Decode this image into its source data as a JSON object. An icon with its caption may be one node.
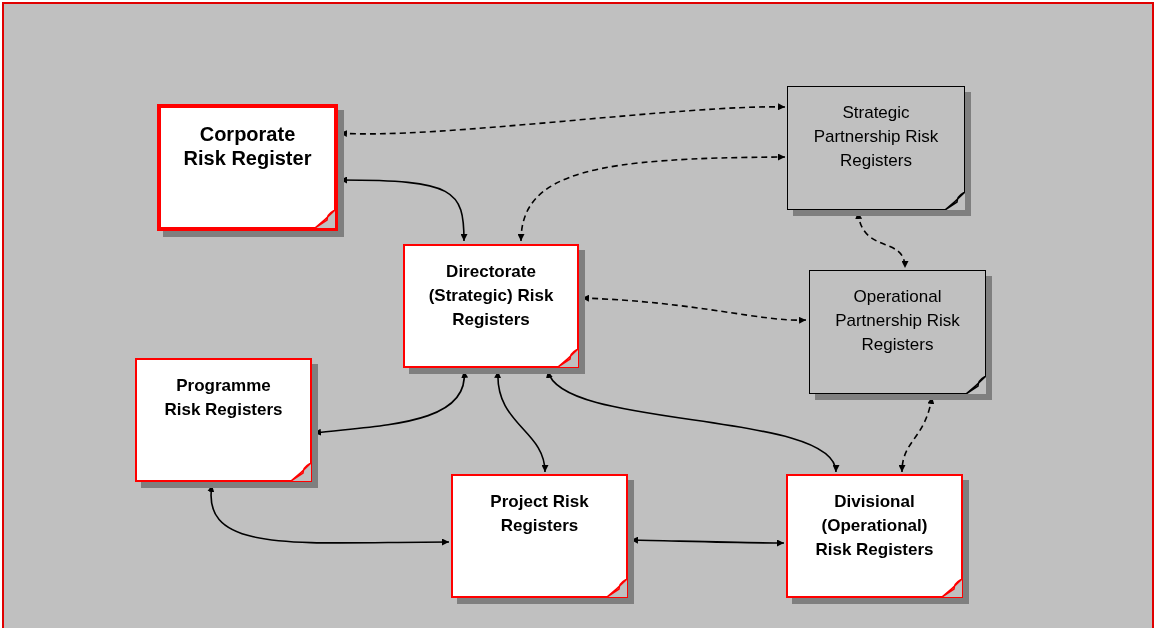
{
  "diagram": {
    "nodes": [
      {
        "text": [
          "Corporate Risk Register"
        ]
      },
      {
        "text": [
          "Strategic Partnership Risk Registers"
        ]
      },
      {
        "text": [
          "Directorate (Strategic) Risk Registers"
        ]
      },
      {
        "text": [
          "Operational Partnership Risk Registers"
        ]
      },
      {
        "text": [
          "Programme Risk Registers"
        ]
      },
      {
        "text": [
          "Project Risk Registers"
        ]
      },
      {
        "text": [
          "Divisional (Operational) Risk Registers"
        ]
      }
    ],
    "edges": [
      {
        "from": 0,
        "to": 1,
        "arrow": "both",
        "style": "dashed"
      },
      {
        "from": 0,
        "to": 2,
        "arrow": "both"
      },
      {
        "from": 2,
        "to": 1,
        "arrow": "both",
        "style": "dashed"
      },
      {
        "from": 1,
        "to": 3,
        "arrow": "both",
        "style": "dashed"
      },
      {
        "from": 2,
        "to": 3,
        "arrow": "both",
        "style": "dashed"
      },
      {
        "from": 2,
        "to": 4,
        "arrow": "both"
      },
      {
        "from": 2,
        "to": 5,
        "arrow": "both"
      },
      {
        "from": 2,
        "to": 6,
        "arrow": "both"
      },
      {
        "from": 3,
        "to": 6,
        "arrow": "both",
        "style": "dashed"
      },
      {
        "from": 4,
        "to": 5,
        "arrow": "both"
      },
      {
        "from": 5,
        "to": 6,
        "arrow": "both"
      }
    ]
  }
}
